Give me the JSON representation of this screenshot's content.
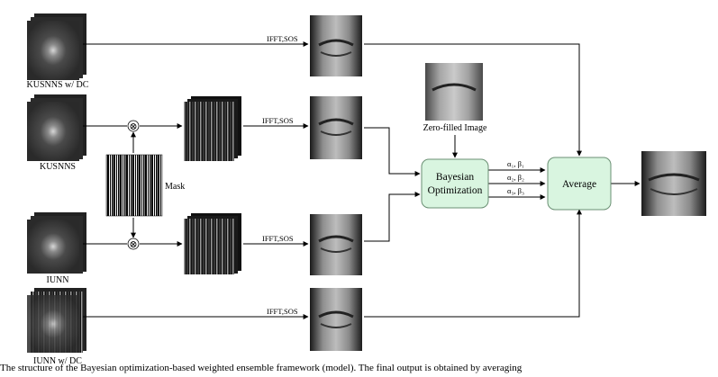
{
  "labels": {
    "kusnns_dc": "KUSNNS w/ DC",
    "kusnns": "KUSNNS",
    "iunn": "IUNN",
    "iunn_dc": "IUNN w/ DC",
    "mask": "Mask",
    "zero_filled": "Zero-filled Image"
  },
  "edges": {
    "ifft1": "IFFT,SOS",
    "ifft2": "IFFT,SOS",
    "ifft3": "IFFT,SOS",
    "ifft4": "IFFT,SOS"
  },
  "boxes": {
    "bayes_line1": "Bayesian",
    "bayes_line2": "Optimization",
    "average": "Average"
  },
  "weights": [
    "α₁, β₁",
    "α₂, β₂",
    "α₃, β₃"
  ],
  "operators": {
    "multiply": "⊗"
  },
  "caption": "The structure of the Bayesian optimization-based weighted ensemble framework (model). The final output is obtained by averaging",
  "colors": {
    "box_fill": "#d9f5e0",
    "box_stroke": "#6a8f73",
    "arrow": "#000000"
  }
}
